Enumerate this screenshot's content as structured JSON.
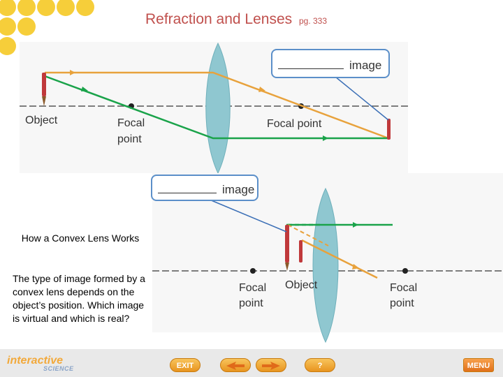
{
  "slide": {
    "title": "Refraction and Lenses",
    "page_ref": "pg. 333"
  },
  "sidebar": {
    "heading": "How a Convex Lens Works",
    "body": "The type of image formed by a convex lens depends on the object’s position. Which image is virtual and which is real?"
  },
  "diagram_top": {
    "object_label": "Object",
    "focal_left_label_1": "Focal",
    "focal_left_label_2": "point",
    "focal_right_label": "Focal point",
    "image_box_label": "image"
  },
  "diagram_bottom": {
    "image_box_label": "image",
    "object_label": "Object",
    "focal_left_label_1": "Focal",
    "focal_left_label_2": "point",
    "focal_right_label_1": "Focal",
    "focal_right_label_2": "point"
  },
  "footer": {
    "logo": "interactive",
    "logo_sub": "SCIENCE",
    "exit_label": "EXIT",
    "help_label": "?",
    "menu_label": "MENU"
  },
  "colors": {
    "title": "#c0504d",
    "ray_orange": "#e8a23c",
    "ray_green": "#1aa34a",
    "ray_blue": "#3b6fb6",
    "lens": "#8fc7d0",
    "accent": "#f2c21a"
  }
}
